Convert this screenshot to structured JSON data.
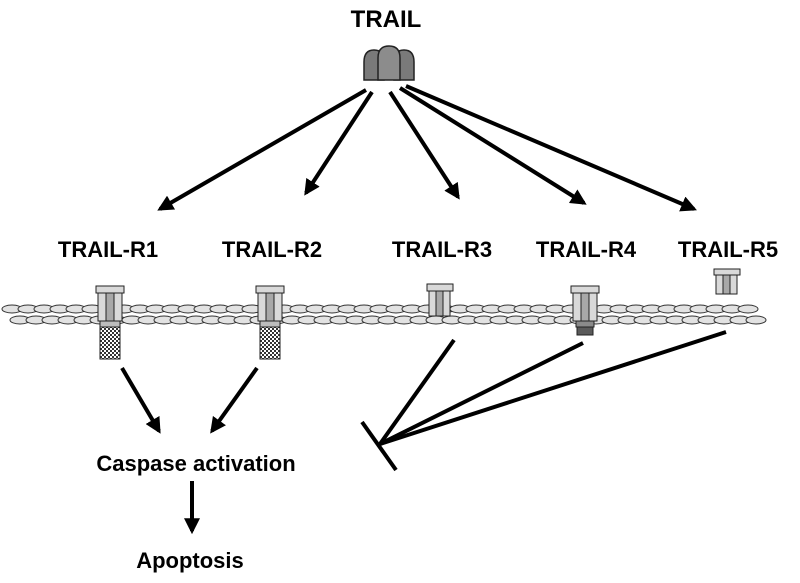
{
  "ligand": {
    "label": "TRAIL"
  },
  "receptors": [
    {
      "label": "TRAIL-R1"
    },
    {
      "label": "TRAIL-R2"
    },
    {
      "label": "TRAIL-R3"
    },
    {
      "label": "TRAIL-R4"
    },
    {
      "label": "TRAIL-R5"
    }
  ],
  "outcomes": {
    "caspase": "Caspase activation",
    "apoptosis": "Apoptosis"
  },
  "colors": {
    "ligand": "#7a7a7a",
    "receptor_light": "#d9d9d9",
    "receptor_mid": "#a8a8a8",
    "membrane": "#e2e2e2",
    "death_domain": "#5a5a5a"
  }
}
